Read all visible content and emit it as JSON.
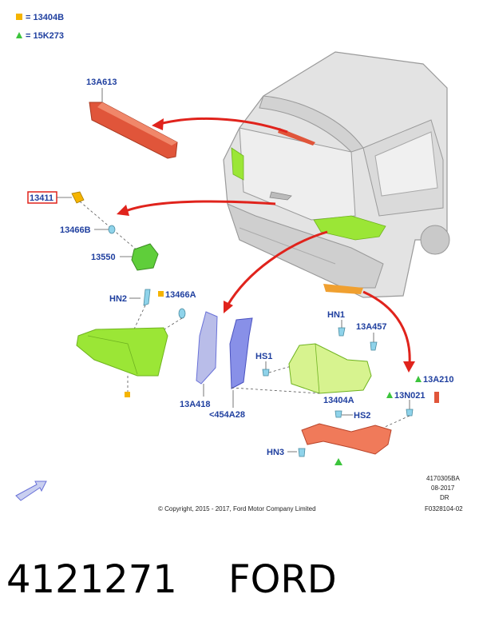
{
  "legend": [
    {
      "symbol": "square",
      "color": "#f5b400",
      "text": "= 13404B"
    },
    {
      "symbol": "triangle",
      "color": "#3cc43c",
      "text": "= 15K273"
    }
  ],
  "parts": {
    "p13A613": "13A613",
    "p13411": "13411",
    "p13466B": "13466B",
    "p13550": "13550",
    "pHN2": "HN2",
    "p13466A": "13466A",
    "p13A418": "13A418",
    "p454A28": "<454A28",
    "pHN1": "HN1",
    "p13A457": "13A457",
    "pHS1": "HS1",
    "p13404A": "13404A",
    "p13A210": "13A210",
    "p13N021": "13N021",
    "pHS2": "HS2",
    "pHN3": "HN3"
  },
  "footer": {
    "doc_id": "4170305BA",
    "date": "08-2017",
    "code": "DR",
    "ref": "F0328104-02",
    "copyright": "© Copyright, 2015 - 2017, Ford Motor Company Limited"
  },
  "caption": {
    "part_number": "4121271",
    "brand": "FORD"
  },
  "colors": {
    "label": "#1f3f9f",
    "arrow": "#e0231c",
    "lamp_green": "#9be636",
    "brake_red": "#e0553a",
    "bracket_blue": "#6a72d8"
  }
}
